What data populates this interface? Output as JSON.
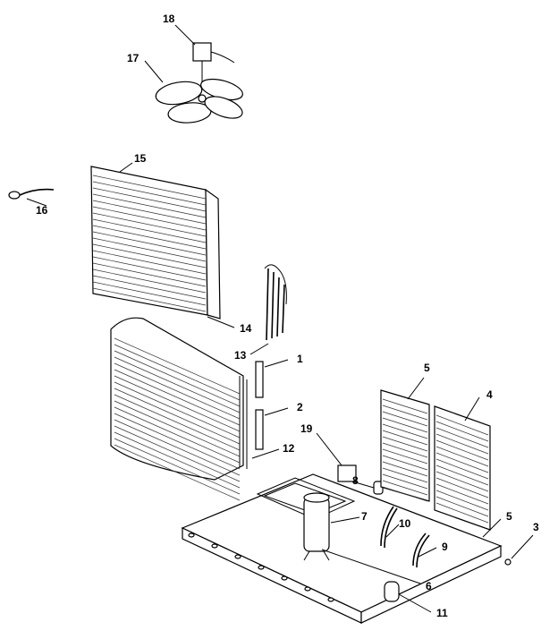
{
  "callouts": [
    {
      "id": "1",
      "label": "1"
    },
    {
      "id": "2",
      "label": "2"
    },
    {
      "id": "3",
      "label": "3"
    },
    {
      "id": "4",
      "label": "4"
    },
    {
      "id": "5a",
      "label": "5"
    },
    {
      "id": "5b",
      "label": "5"
    },
    {
      "id": "6",
      "label": "6"
    },
    {
      "id": "7",
      "label": "7"
    },
    {
      "id": "8",
      "label": "8"
    },
    {
      "id": "9",
      "label": "9"
    },
    {
      "id": "10",
      "label": "10"
    },
    {
      "id": "11",
      "label": "11"
    },
    {
      "id": "12",
      "label": "12"
    },
    {
      "id": "13",
      "label": "13"
    },
    {
      "id": "14",
      "label": "14"
    },
    {
      "id": "15",
      "label": "15"
    },
    {
      "id": "16",
      "label": "16"
    },
    {
      "id": "17",
      "label": "17"
    },
    {
      "id": "18",
      "label": "18"
    },
    {
      "id": "19",
      "label": "19"
    }
  ]
}
